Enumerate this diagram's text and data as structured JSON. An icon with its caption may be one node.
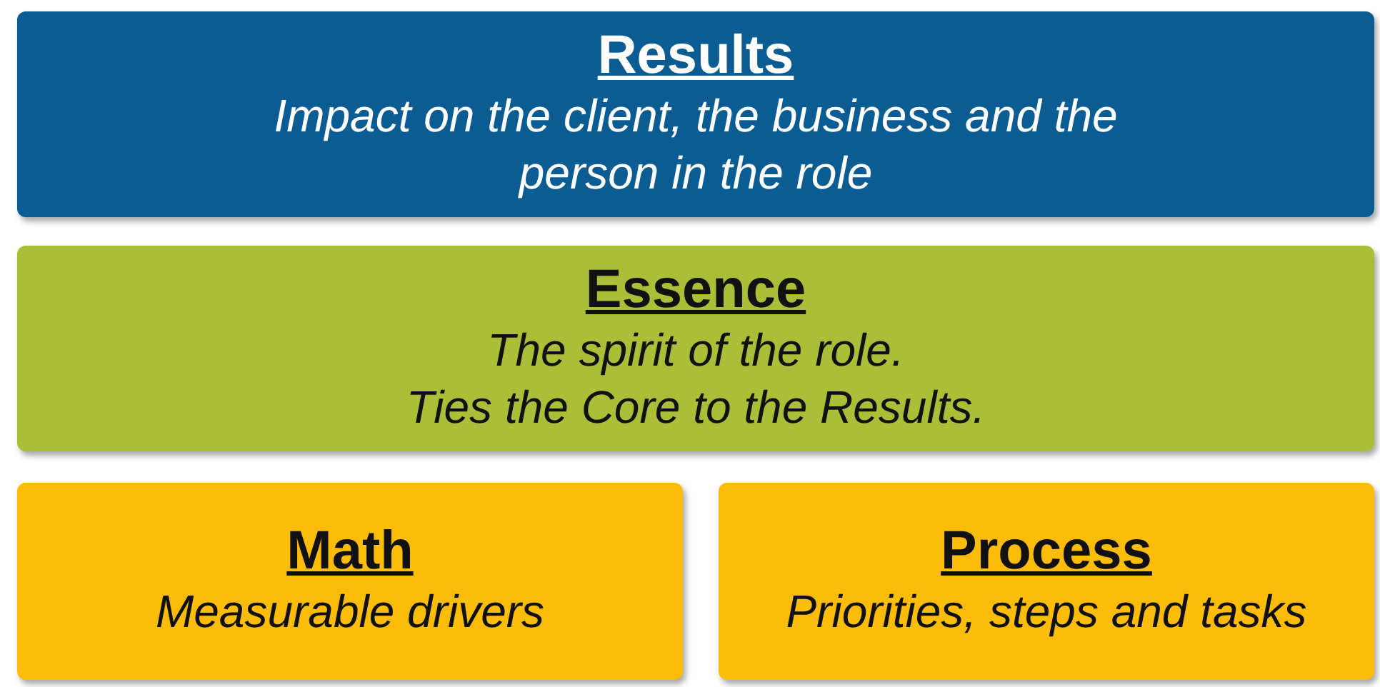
{
  "diagram": {
    "nodes": [
      {
        "text": [
          "Results",
          "Impact on the client, the business and the person in the role"
        ]
      },
      {
        "text": [
          "Essence",
          "The spirit of the role.",
          "Ties the Core to the Results."
        ]
      },
      {
        "text": [
          "Math",
          "Measurable drivers"
        ]
      },
      {
        "text": [
          "Process",
          "Priorities, steps and tasks"
        ]
      }
    ]
  }
}
